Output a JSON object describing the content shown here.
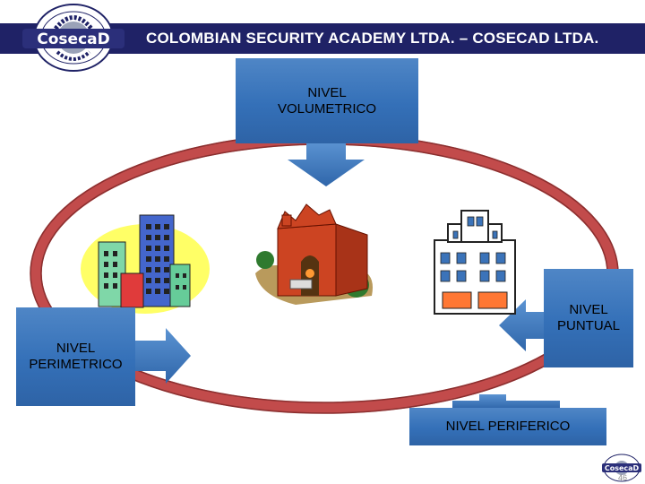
{
  "header": {
    "title": "COLOMBIAN SECURITY ACADEMY LTDA. – COSECAD LTDA.",
    "logo_brand": "CosecaD",
    "logo_ring_text": "COLOMBIAN SECURITY ACADEMY",
    "bar_color": "#1f2266"
  },
  "diagram": {
    "nodes": {
      "volumetrico": [
        "NIVEL",
        "VOLUMETRICO"
      ],
      "perimetrico": [
        "NIVEL",
        "PERIMETRICO"
      ],
      "puntual": [
        "NIVEL",
        "PUNTUAL"
      ],
      "periferico": "NIVEL PERIFERICO"
    },
    "ring_color": "#c24b4b",
    "box_color": "#3a74bb",
    "icons": [
      "office-buildings-icon",
      "brick-fortress-icon",
      "apartment-building-icon"
    ]
  },
  "footer": {
    "small_logo_brand": "CosecaD",
    "page_number": "46"
  }
}
